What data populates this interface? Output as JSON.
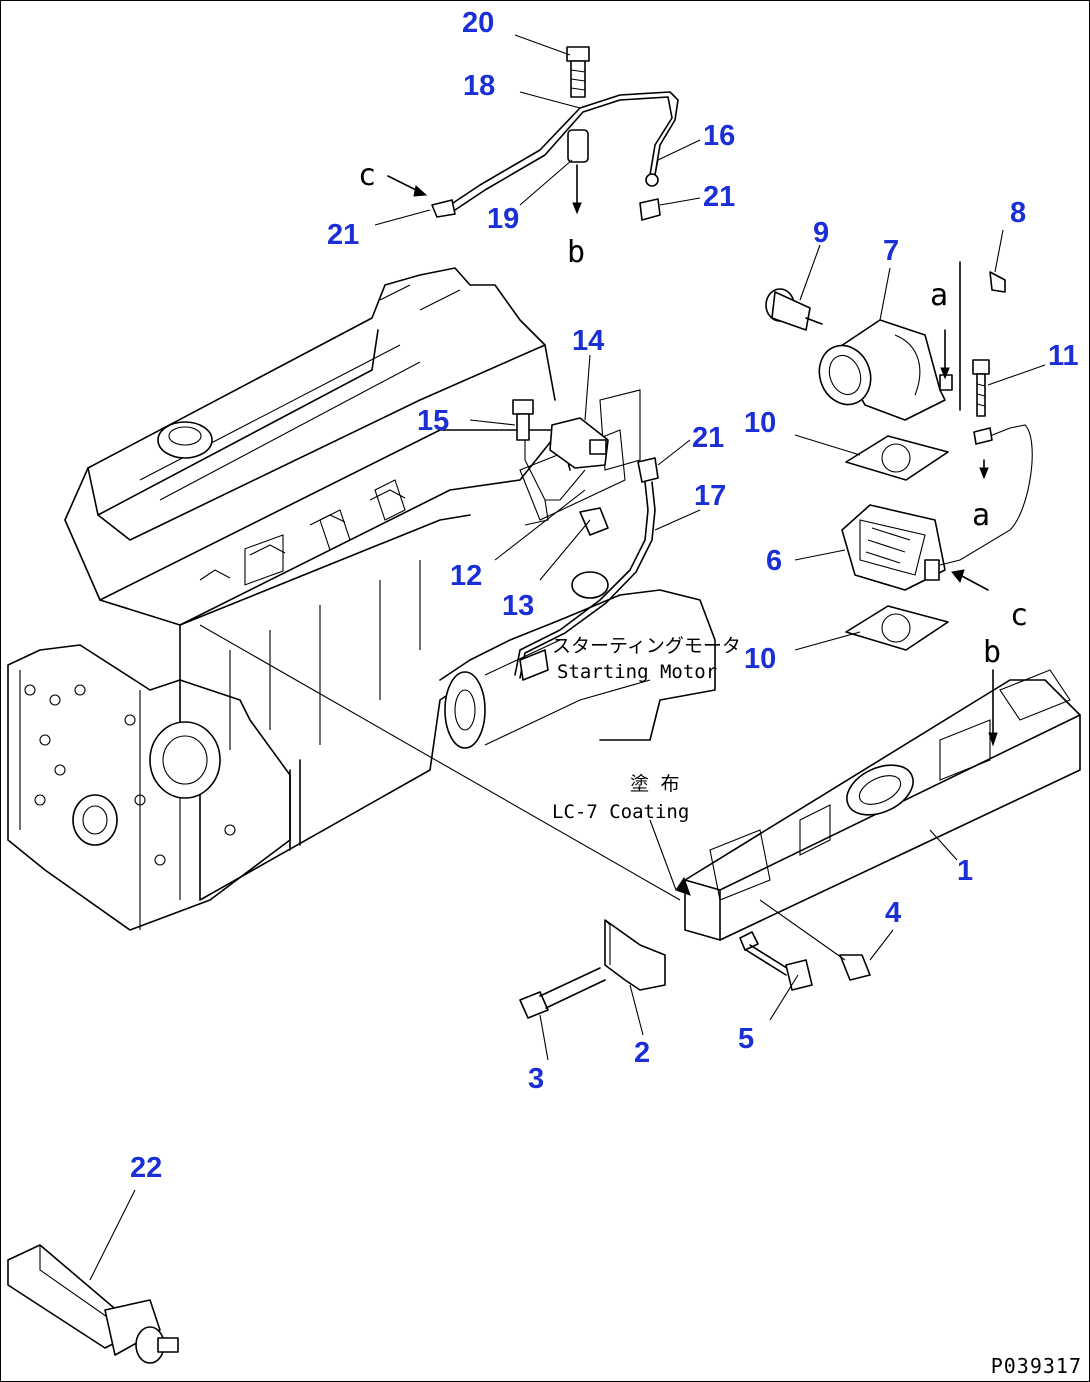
{
  "labels": {
    "l1": "1",
    "l2": "2",
    "l3": "3",
    "l4": "4",
    "l5": "5",
    "l6": "6",
    "l7": "7",
    "l8": "8",
    "l9": "9",
    "l10a": "10",
    "l10b": "10",
    "l11": "11",
    "l12": "12",
    "l13": "13",
    "l14": "14",
    "l15": "15",
    "l16": "16",
    "l17": "17",
    "l18": "18",
    "l19": "19",
    "l20": "20",
    "l21a": "21",
    "l21b": "21",
    "l21c": "21",
    "l22": "22"
  },
  "refs": {
    "a_top": "a",
    "a_mid": "a",
    "b_top": "b",
    "b_right": "b",
    "c_left": "c",
    "c_right": "c"
  },
  "notes": {
    "starting_motor_jp": "スターティングモータ",
    "starting_motor_en": "Starting Motor",
    "coating_jp": "塗 布",
    "coating_en": "LC-7 Coating"
  },
  "drawing_id": "P039317",
  "colors": {
    "label": "#1a2fd6",
    "line": "#000000",
    "background": "#ffffff"
  }
}
